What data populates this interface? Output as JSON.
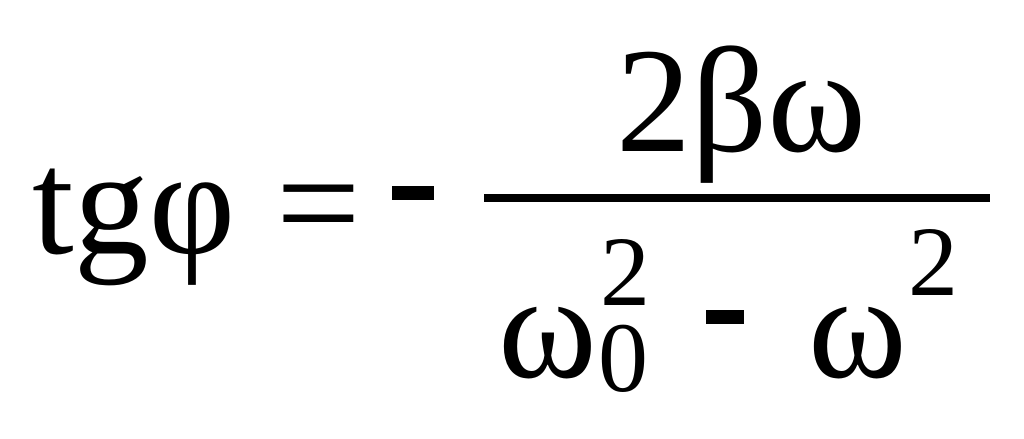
{
  "formula": {
    "lhs": "tgφ",
    "relation": "=",
    "sign": "-",
    "numerator": "2βω",
    "denominator": {
      "term1_base": "ω",
      "term1_subscript": "0",
      "term1_superscript": "2",
      "operator": "-",
      "term2_base": "ω",
      "term2_superscript": "2"
    }
  }
}
